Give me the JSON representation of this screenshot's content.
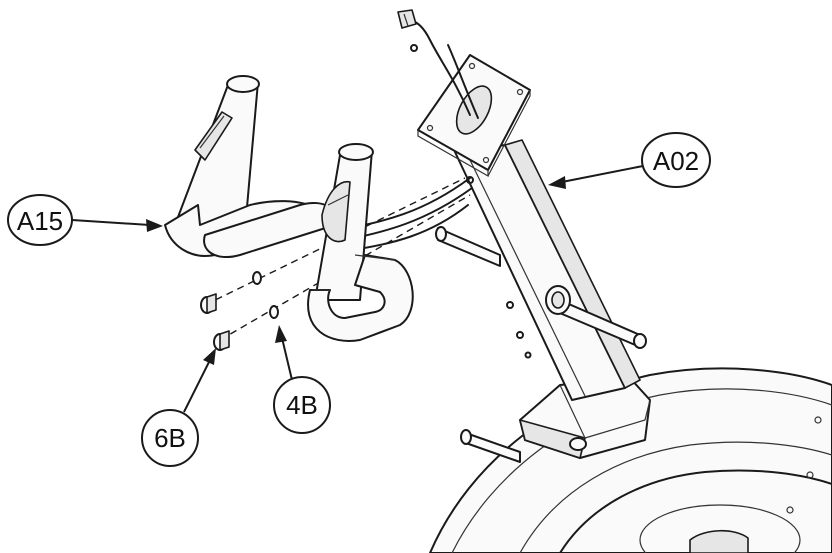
{
  "diagram": {
    "callouts": [
      {
        "id": "a15",
        "label": "A15"
      },
      {
        "id": "a02",
        "label": "A02"
      },
      {
        "id": "6b",
        "label": "6B"
      },
      {
        "id": "4b",
        "label": "4B"
      }
    ],
    "colors": {
      "ink": "#1a1a1a",
      "background": "#ffffff",
      "shade": "#e6e6e6"
    }
  }
}
